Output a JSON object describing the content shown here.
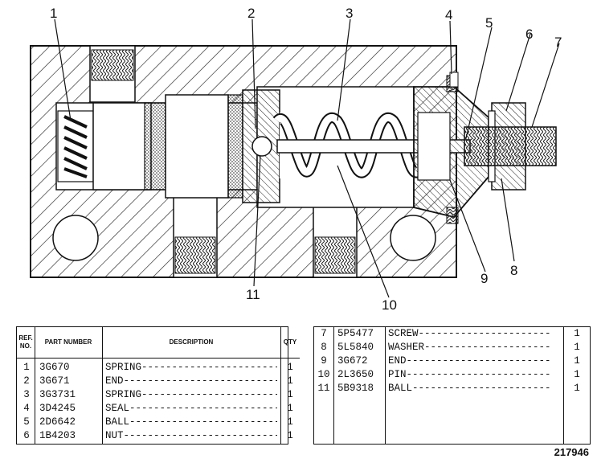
{
  "callouts": [
    "1",
    "2",
    "3",
    "4",
    "5",
    "6",
    "7",
    "8",
    "9",
    "10",
    "11"
  ],
  "table_left": {
    "headers": {
      "ref": "REF. NO.",
      "part": "PART NUMBER",
      "desc": "DESCRIPTION",
      "qty": "QTY"
    },
    "rows": [
      {
        "ref": "1",
        "part": "3G670",
        "desc": "SPRING-------------------------",
        "qty": "1"
      },
      {
        "ref": "2",
        "part": "3G671",
        "desc": "END----------------------------",
        "qty": "1"
      },
      {
        "ref": "3",
        "part": "3G3731",
        "desc": "SPRING-------------------------",
        "qty": "1"
      },
      {
        "ref": "4",
        "part": "3D4245",
        "desc": "SEAL---------------------------",
        "qty": "1"
      },
      {
        "ref": "5",
        "part": "2D6642",
        "desc": "BALL---------------------------",
        "qty": "1"
      },
      {
        "ref": "6",
        "part": "1B4203",
        "desc": "NUT----------------------------",
        "qty": "1"
      }
    ]
  },
  "table_right": {
    "rows": [
      {
        "ref": "7",
        "part": "5P5477",
        "desc": "SCREW----------------------",
        "qty": "1"
      },
      {
        "ref": "8",
        "part": "5L5840",
        "desc": "WASHER---------------------",
        "qty": "1"
      },
      {
        "ref": "9",
        "part": "3G672",
        "desc": "END------------------------",
        "qty": "1"
      },
      {
        "ref": "10",
        "part": "2L3650",
        "desc": "PIN------------------------",
        "qty": "1"
      },
      {
        "ref": "11",
        "part": "5B9318",
        "desc": "BALL-----------------------",
        "qty": "1"
      }
    ]
  },
  "drawing_number": "217946"
}
